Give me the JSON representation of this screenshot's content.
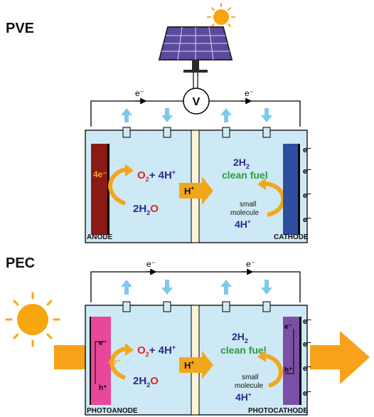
{
  "pve": {
    "title": "PVE",
    "voltmeter": "V",
    "electron_left": "e⁻",
    "electron_right": "e⁻",
    "anode_label": "ANODE",
    "cathode_label": "CATHODE",
    "four_e": "4e⁻",
    "o2": "O",
    "o2_sub": "2",
    "plus_4h": "+ 4H",
    "plus_sup": "+",
    "h2o_prefix": "2H",
    "h2o_sub": "2",
    "h2o_o": "O",
    "proton": "H",
    "proton_sup": "+",
    "h2": "2H",
    "h2_sub": "2",
    "clean_fuel": "clean fuel",
    "small_molecule_1": "small",
    "small_molecule_2": "molecule",
    "four_h_plus": "4H",
    "four_h_plus_sup": "+",
    "cathode_electrons": [
      "e⁻",
      "e⁻",
      "e⁻",
      "e⁻"
    ]
  },
  "pec": {
    "title": "PEC",
    "electron_left": "e⁻",
    "electron_right": "e⁻",
    "photoanode_label": "PHOTOANODE",
    "photocathode_label": "PHOTOCATHODE",
    "e_inner": "e⁻",
    "four_e": "4e⁻",
    "hole": "h⁺",
    "o2": "O",
    "o2_sub": "2",
    "plus_4h": "+ 4H",
    "plus_sup": "+",
    "h2o_prefix": "2H",
    "h2o_sub": "2",
    "h2o_o": "O",
    "proton": "H",
    "proton_sup": "+",
    "h2": "2H",
    "h2_sub": "2",
    "clean_fuel": "clean fuel",
    "small_molecule_1": "small",
    "small_molecule_2": "molecule",
    "four_h_plus": "4H",
    "four_h_plus_sup": "+",
    "cathode_e_inner": "e⁻",
    "cathode_hole": "h⁺",
    "cathode_electrons": [
      "e⁻",
      "e⁻",
      "e⁻",
      "e⁻"
    ]
  },
  "colors": {
    "electrolyte": "#cde9f5",
    "anode": "#8b1a17",
    "cathode": "#2e4f9e",
    "photoanode": "#e8479a",
    "photocathode": "#7b4fa6",
    "arrow_orange": "#f2a71b",
    "gas_arrow": "#7fc8ec",
    "oxygen_red": "#d9262b",
    "proton_blue": "#2b2a8c",
    "fuel_green": "#2f9a3a",
    "membrane": "#faf3d7"
  }
}
